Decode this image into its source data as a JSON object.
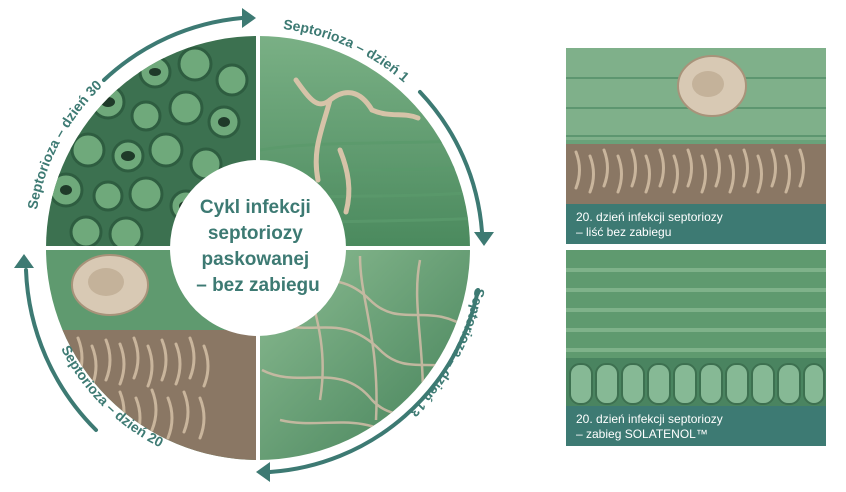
{
  "cycle": {
    "title_lines": [
      "Cykl infekcji",
      "septoriozy",
      "paskowanej",
      "– bez zabiegu"
    ],
    "arc_labels": {
      "day1": "Septorioza – dzień 1",
      "day13": "Septorioza – dzień 13",
      "day20": "Septorioza – dzień 20",
      "day30": "Septorioza – dzień 30"
    }
  },
  "panels": [
    {
      "caption_line1": "20. dzień infekcji septoriozy",
      "caption_line2": "– liść bez zabiegu"
    },
    {
      "caption_line1": "20. dzień infekcji septoriozy",
      "caption_line2": "– zabieg SOLATENOL™"
    }
  ],
  "colors": {
    "accent": "#3d7a73",
    "leaf_green": "#6aa27a",
    "fungus_beige": "#cdbba5"
  }
}
